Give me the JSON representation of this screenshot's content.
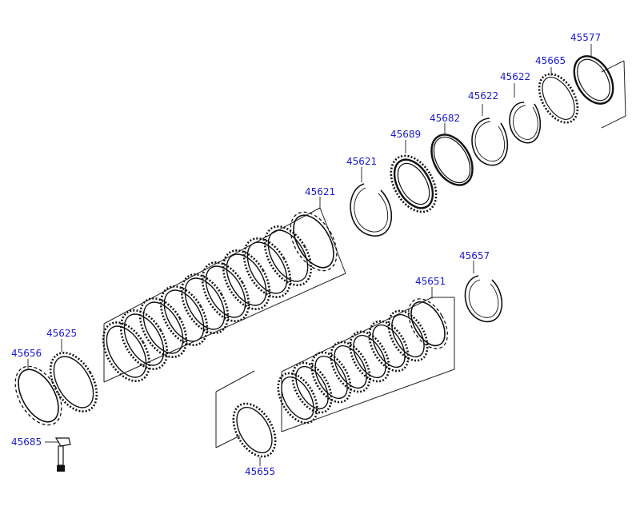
{
  "parts": [
    {
      "id": "p45577",
      "number": "45577"
    },
    {
      "id": "p45665",
      "number": "45665"
    },
    {
      "id": "p45622a",
      "number": "45622"
    },
    {
      "id": "p45622b",
      "number": "45622"
    },
    {
      "id": "p45682",
      "number": "45682"
    },
    {
      "id": "p45689",
      "number": "45689"
    },
    {
      "id": "p45621a",
      "number": "45621"
    },
    {
      "id": "p45621b",
      "number": "45621"
    },
    {
      "id": "p45657",
      "number": "45657"
    },
    {
      "id": "p45651",
      "number": "45651"
    },
    {
      "id": "p45625",
      "number": "45625"
    },
    {
      "id": "p45656",
      "number": "45656"
    },
    {
      "id": "p45685",
      "number": "45685"
    },
    {
      "id": "p45655",
      "number": "45655"
    }
  ],
  "colors": {
    "label": "#1a1acc",
    "line": "#111111",
    "background": "#ffffff"
  }
}
